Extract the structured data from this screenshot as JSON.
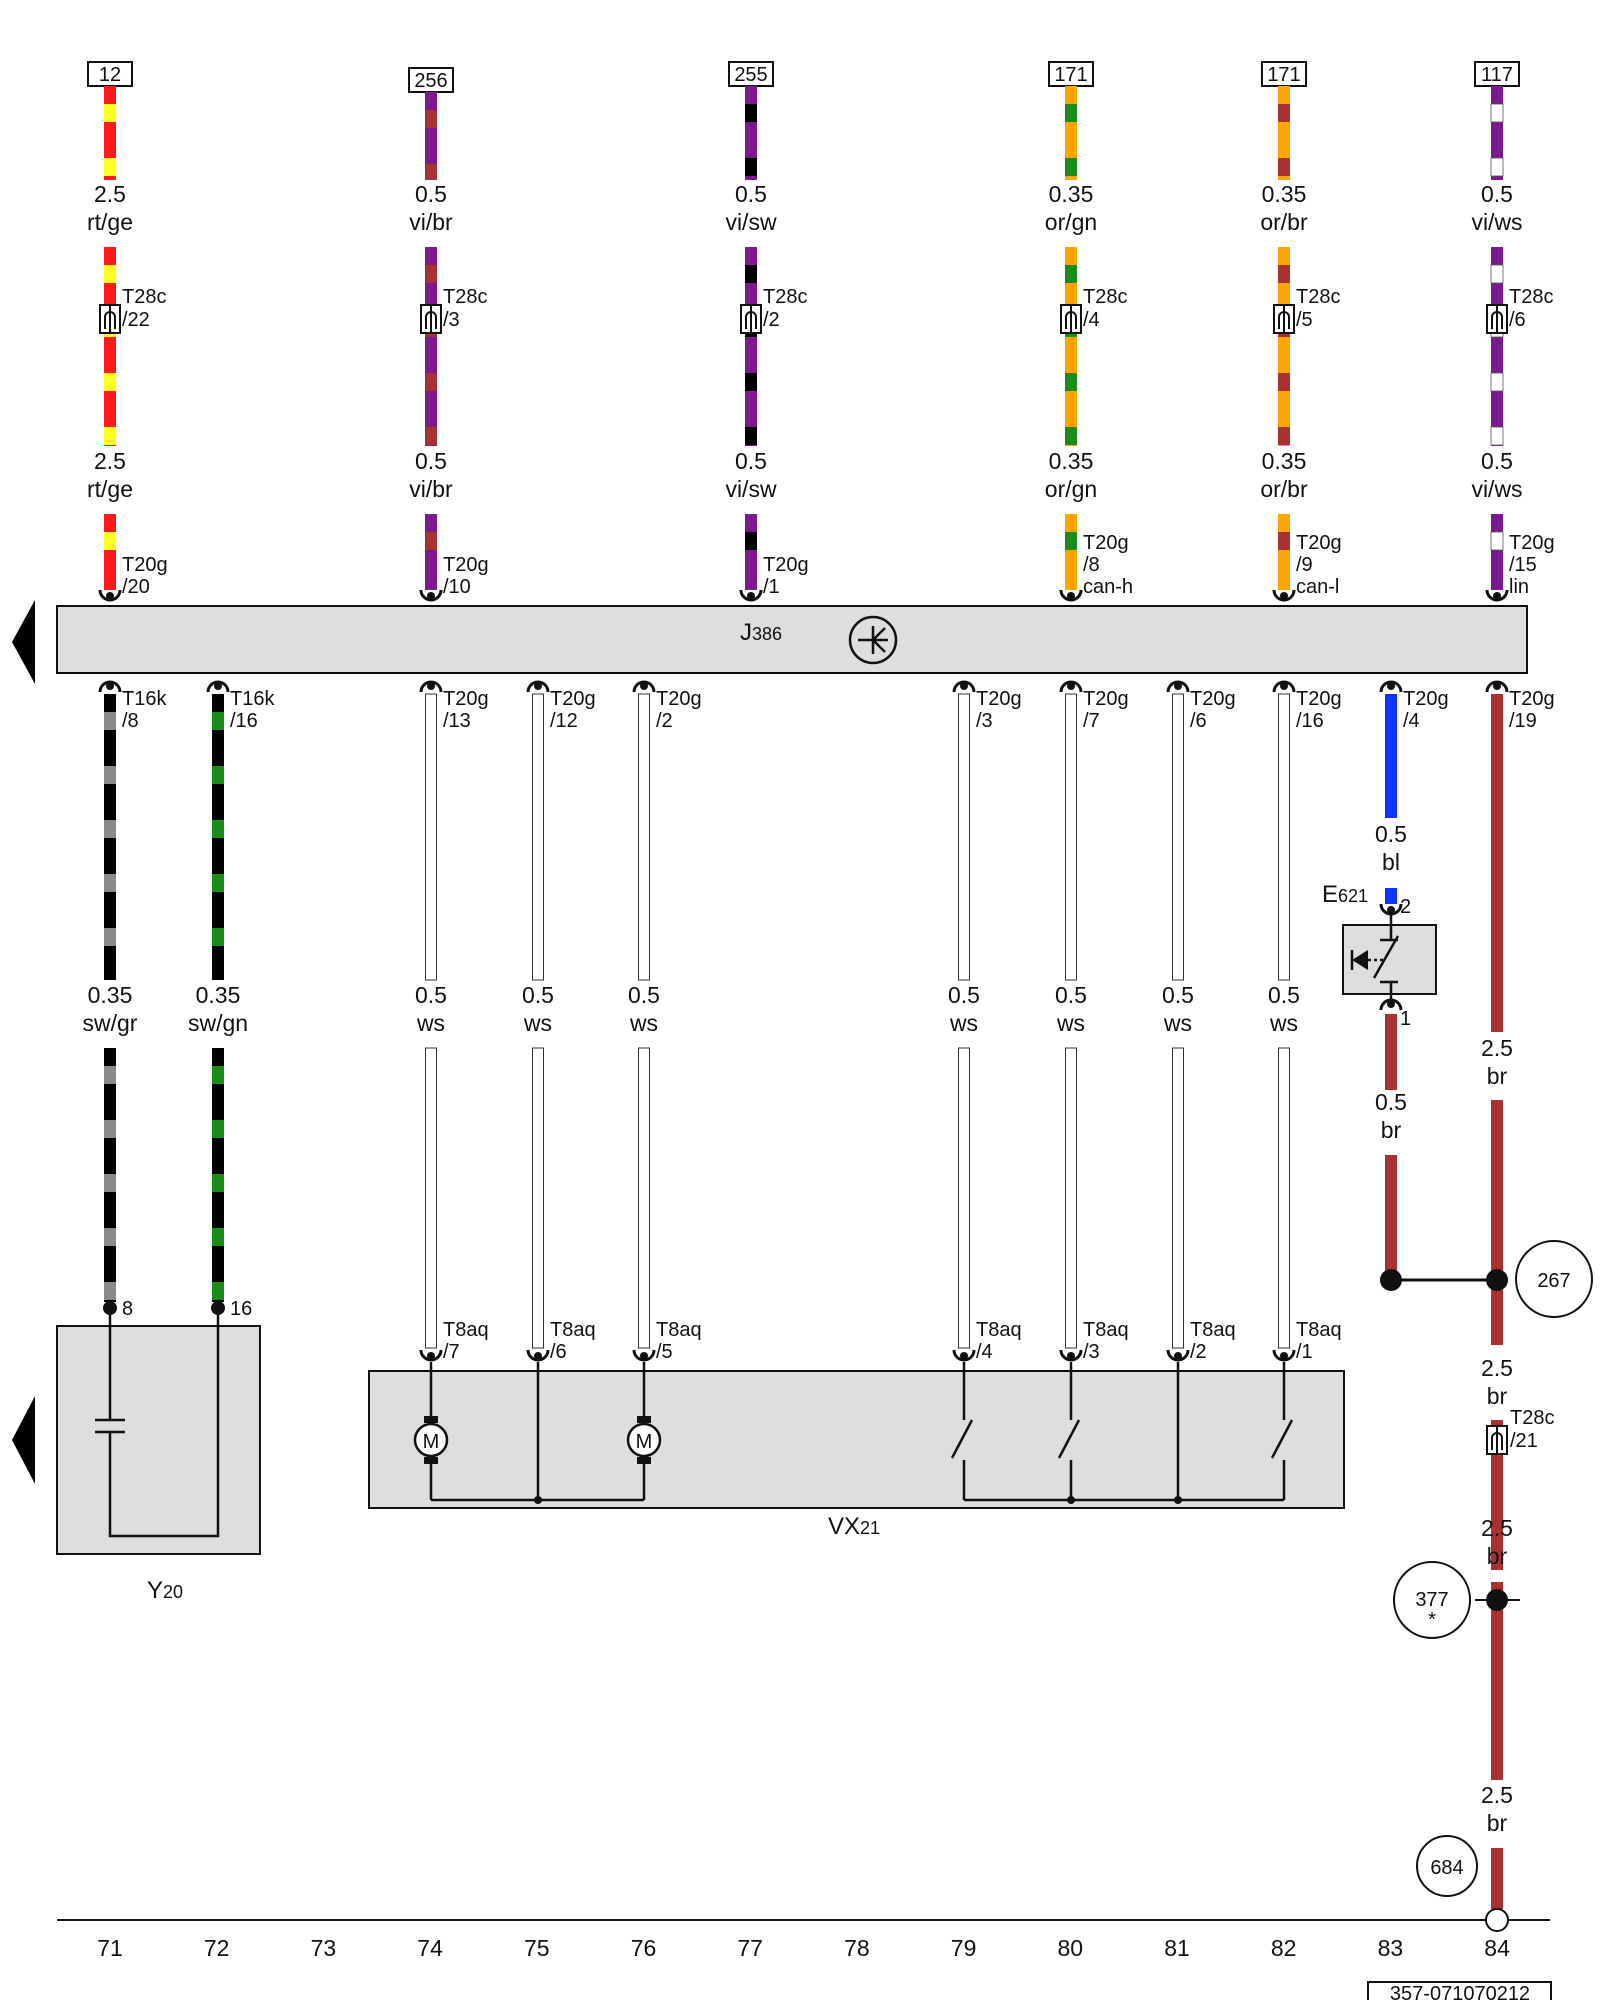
{
  "colors": {
    "rt": "#ff1a1a",
    "ge": "#ffff22",
    "vi": "#7a1a8c",
    "br": "#a83232",
    "sw": "#000000",
    "or": "#ffa500",
    "gn": "#1a8c1a",
    "ws": "#ffffff",
    "gr": "#8a8a8a",
    "bl": "#1133ff",
    "box": "#dedede"
  },
  "top_wires": [
    {
      "ref": "12",
      "size": "2.5",
      "color": "rt/ge",
      "t28_conn": "T28c",
      "t28_pin": "/22",
      "t20_conn": "T20g",
      "t20_pin": "/20",
      "t20_sig": ""
    },
    {
      "ref": "256",
      "size": "0.5",
      "color": "vi/br",
      "t28_conn": "T28c",
      "t28_pin": "/3",
      "t20_conn": "T20g",
      "t20_pin": "/10",
      "t20_sig": ""
    },
    {
      "ref": "255",
      "size": "0.5",
      "color": "vi/sw",
      "t28_conn": "T28c",
      "t28_pin": "/2",
      "t20_conn": "T20g",
      "t20_pin": "/1",
      "t20_sig": ""
    },
    {
      "ref": "171",
      "size": "0.35",
      "color": "or/gn",
      "t28_conn": "T28c",
      "t28_pin": "/4",
      "t20_conn": "T20g",
      "t20_pin": "/8",
      "t20_sig": "can-h"
    },
    {
      "ref": "171",
      "size": "0.35",
      "color": "or/br",
      "t28_conn": "T28c",
      "t28_pin": "/5",
      "t20_conn": "T20g",
      "t20_pin": "/9",
      "t20_sig": "can-l"
    },
    {
      "ref": "117",
      "size": "0.5",
      "color": "vi/ws",
      "t28_conn": "T28c",
      "t28_pin": "/6",
      "t20_conn": "T20g",
      "t20_pin": "/15",
      "t20_sig": "lin"
    }
  ],
  "control_unit": {
    "label_main": "J",
    "label_sub": "386"
  },
  "lower_wires": [
    {
      "conn": "T16k",
      "pin": "/8",
      "size": "0.35",
      "color": "sw/gr",
      "end_pin": "8"
    },
    {
      "conn": "T16k",
      "pin": "/16",
      "size": "0.35",
      "color": "sw/gn",
      "end_pin": "16"
    },
    {
      "conn": "T20g",
      "pin": "/13",
      "size": "0.5",
      "color": "ws",
      "end_conn": "T8aq",
      "end_pin": "/7"
    },
    {
      "conn": "T20g",
      "pin": "/12",
      "size": "0.5",
      "color": "ws",
      "end_conn": "T8aq",
      "end_pin": "/6"
    },
    {
      "conn": "T20g",
      "pin": "/2",
      "size": "0.5",
      "color": "ws",
      "end_conn": "T8aq",
      "end_pin": "/5"
    },
    {
      "conn": "T20g",
      "pin": "/3",
      "size": "0.5",
      "color": "ws",
      "end_conn": "T8aq",
      "end_pin": "/4"
    },
    {
      "conn": "T20g",
      "pin": "/7",
      "size": "0.5",
      "color": "ws",
      "end_conn": "T8aq",
      "end_pin": "/3"
    },
    {
      "conn": "T20g",
      "pin": "/6",
      "size": "0.5",
      "color": "ws",
      "end_conn": "T8aq",
      "end_pin": "/2"
    },
    {
      "conn": "T20g",
      "pin": "/16",
      "size": "0.5",
      "color": "ws",
      "end_conn": "T8aq",
      "end_pin": "/1"
    }
  ],
  "switch_wire": {
    "conn": "T20g",
    "pin": "/4",
    "size": "0.5",
    "color": "bl",
    "comp_main": "E",
    "comp_sub": "621",
    "pin_top": "2",
    "pin_bottom": "1",
    "size2": "0.5",
    "color2": "br"
  },
  "ground_wire": {
    "conn": "T20g",
    "pin": "/19",
    "s1_size": "2.5",
    "s1_color": "br",
    "s2_size": "2.5",
    "s2_color": "br",
    "t28_conn": "T28c",
    "t28_pin": "/21",
    "s3_size": "2.5",
    "s3_color": "br",
    "s4_size": "2.5",
    "s4_color": "br",
    "circle_267": "267",
    "circle_377": "377",
    "circle_377_mark": "*",
    "circle_684": "684"
  },
  "y20": {
    "label_main": "Y",
    "label_sub": "20"
  },
  "vx21": {
    "label_main": "VX",
    "label_sub": "21",
    "motor_symbol": "M"
  },
  "bottom_columns": [
    "71",
    "72",
    "73",
    "74",
    "75",
    "76",
    "77",
    "78",
    "79",
    "80",
    "81",
    "82",
    "83",
    "84"
  ],
  "doc_number": "357-071070212"
}
